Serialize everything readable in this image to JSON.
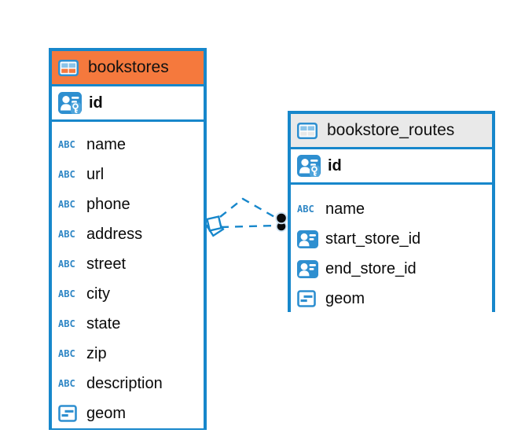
{
  "app": {
    "type": "entity-relationship-diagram"
  },
  "colors": {
    "accent_blue": "#1787CB",
    "icon_blue": "#2E8FD0",
    "icon_cell_light_blue": "#8AC4EA",
    "header_orange": "#F5793D",
    "header_gray": "#E9E9E9",
    "link_dashed_blue": "#1787CB",
    "endpoint_dot_black": "#0A0A0A",
    "background": "#FFFFFF"
  },
  "icons": {
    "text_label": "ABC",
    "table": "table-icon",
    "primary_key": "person-key-icon",
    "foreign_key": "person-card-icon",
    "geometry": "geometry-icon"
  },
  "tables": [
    {
      "name": "bookstores",
      "header_style": "orange",
      "columns": [
        {
          "name": "id",
          "icon": "primary-key-icon"
        },
        {
          "name": "name",
          "icon": "text-icon"
        },
        {
          "name": "url",
          "icon": "text-icon"
        },
        {
          "name": "phone",
          "icon": "text-icon"
        },
        {
          "name": "address",
          "icon": "text-icon"
        },
        {
          "name": "street",
          "icon": "text-icon"
        },
        {
          "name": "city",
          "icon": "text-icon"
        },
        {
          "name": "state",
          "icon": "text-icon"
        },
        {
          "name": "zip",
          "icon": "text-icon"
        },
        {
          "name": "description",
          "icon": "text-icon"
        },
        {
          "name": "geom",
          "icon": "geometry-icon"
        }
      ]
    },
    {
      "name": "bookstore_routes",
      "header_style": "gray",
      "columns": [
        {
          "name": "id",
          "icon": "primary-key-icon"
        },
        {
          "name": "name",
          "icon": "text-icon"
        },
        {
          "name": "start_store_id",
          "icon": "foreign-key-icon"
        },
        {
          "name": "end_store_id",
          "icon": "foreign-key-icon"
        },
        {
          "name": "geom",
          "icon": "geometry-icon"
        }
      ]
    }
  ],
  "relationships": [
    {
      "from_table": "bookstore_routes",
      "to_table": "bookstores",
      "line_style": "dashed",
      "source_marker": "black-dot",
      "target_marker": "stacked-squares"
    },
    {
      "from_table": "bookstore_routes",
      "to_table": "bookstores",
      "line_style": "dashed",
      "source_marker": "black-dot",
      "target_marker": "stacked-squares"
    }
  ]
}
